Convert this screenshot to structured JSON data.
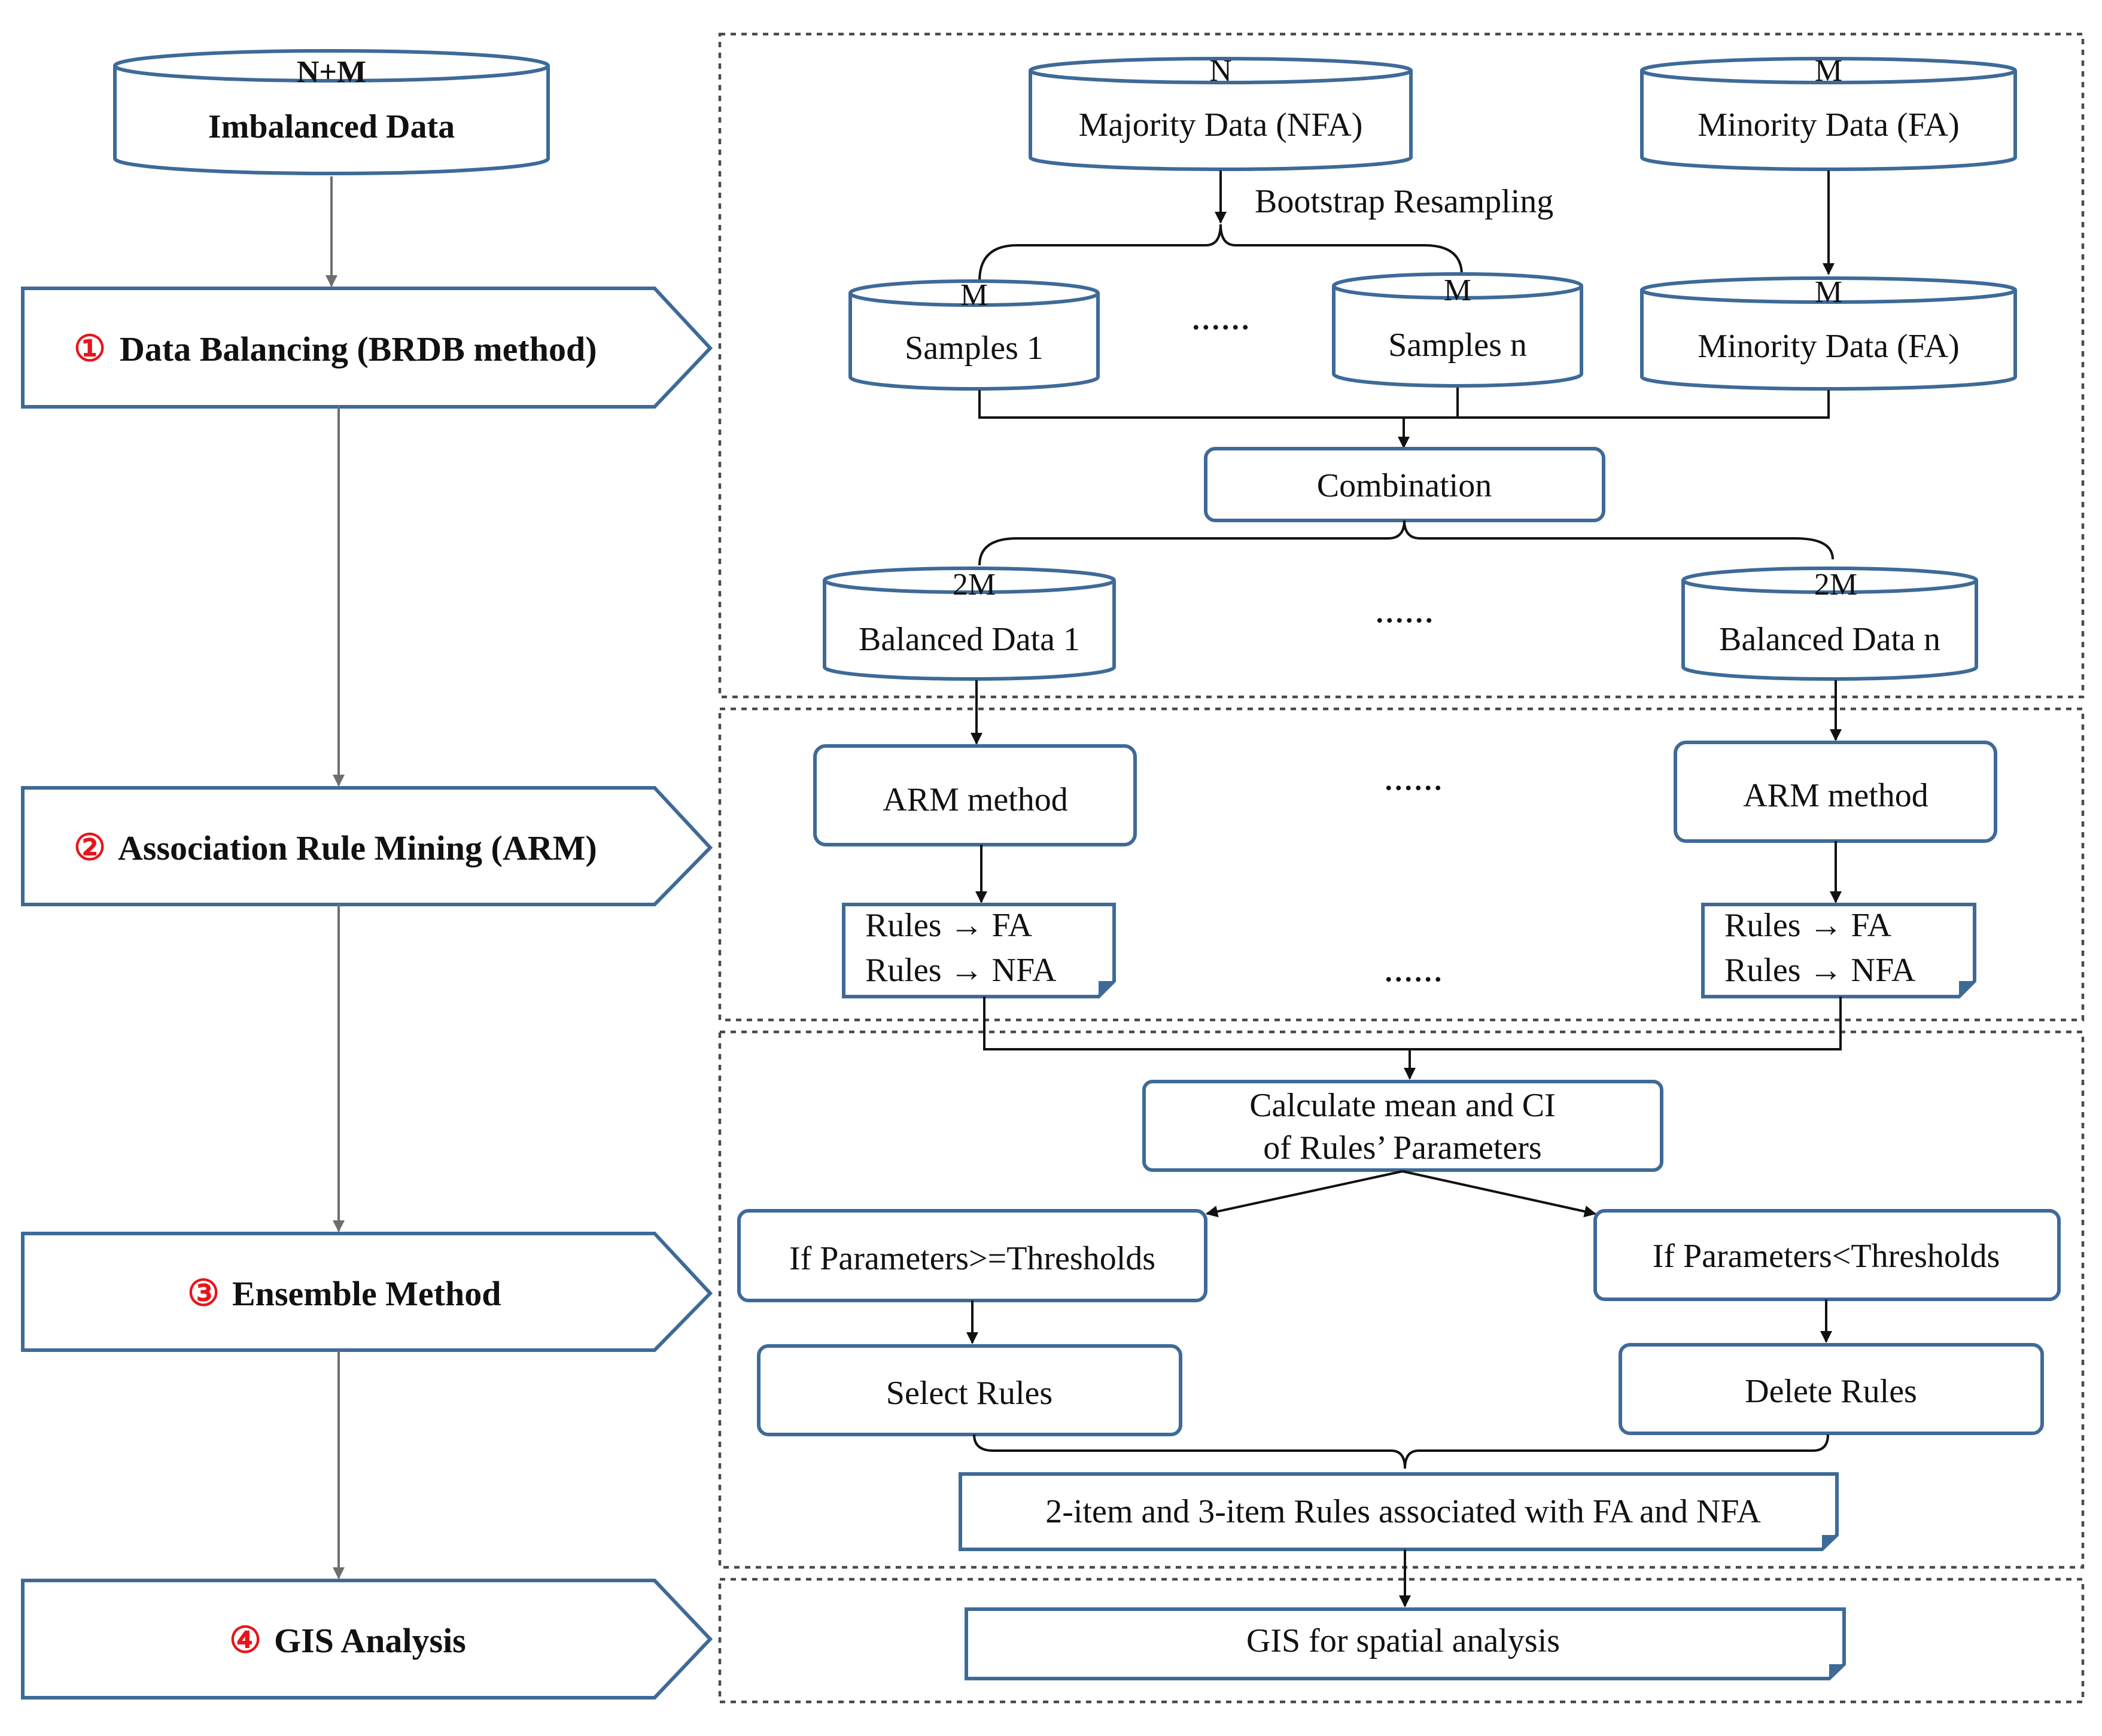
{
  "stages": {
    "input": {
      "count": "N+M",
      "label": "Imbalanced Data"
    },
    "s1": {
      "num": "①",
      "label": "Data Balancing (BRDB method)"
    },
    "s2": {
      "num": "②",
      "label": "Association Rule Mining (ARM)"
    },
    "s3": {
      "num": "③",
      "label": "Ensemble Method"
    },
    "s4": {
      "num": "④",
      "label": "GIS Analysis"
    }
  },
  "balancing": {
    "majority": {
      "count": "N",
      "label": "Majority Data (NFA)"
    },
    "minority_top": {
      "count": "M",
      "label": "Minority Data (FA)"
    },
    "resampling": "Bootstrap Resampling",
    "sample1": {
      "count": "M",
      "label": "Samples 1"
    },
    "ellipsis": "......",
    "samplen": {
      "count": "M",
      "label": "Samples n"
    },
    "minority_copy": {
      "count": "M",
      "label": "Minority Data (FA)"
    },
    "combination": "Combination",
    "balanced1": {
      "count": "2M",
      "label": "Balanced Data 1"
    },
    "balancedn": {
      "count": "2M",
      "label": "Balanced Data n"
    }
  },
  "mining": {
    "arm_left": "ARM method",
    "arm_right": "ARM method",
    "rules_fa": "Rules → FA",
    "rules_nfa": "Rules → NFA"
  },
  "ensemble": {
    "calc_line1": "Calculate mean and CI",
    "calc_line2": "of Rules’ Parameters",
    "cond_ge": "If Parameters>=Thresholds",
    "cond_lt": "If Parameters<Thresholds",
    "select": "Select Rules",
    "delete": "Delete Rules",
    "result": "2-item and 3-item Rules associated with FA and NFA"
  },
  "gis": {
    "output": "GIS for spatial analysis"
  },
  "colors": {
    "border": "#3e6a98",
    "stage_number": "#e8141b",
    "arrow": "#111111",
    "left_flow": "#6e6e6e"
  }
}
